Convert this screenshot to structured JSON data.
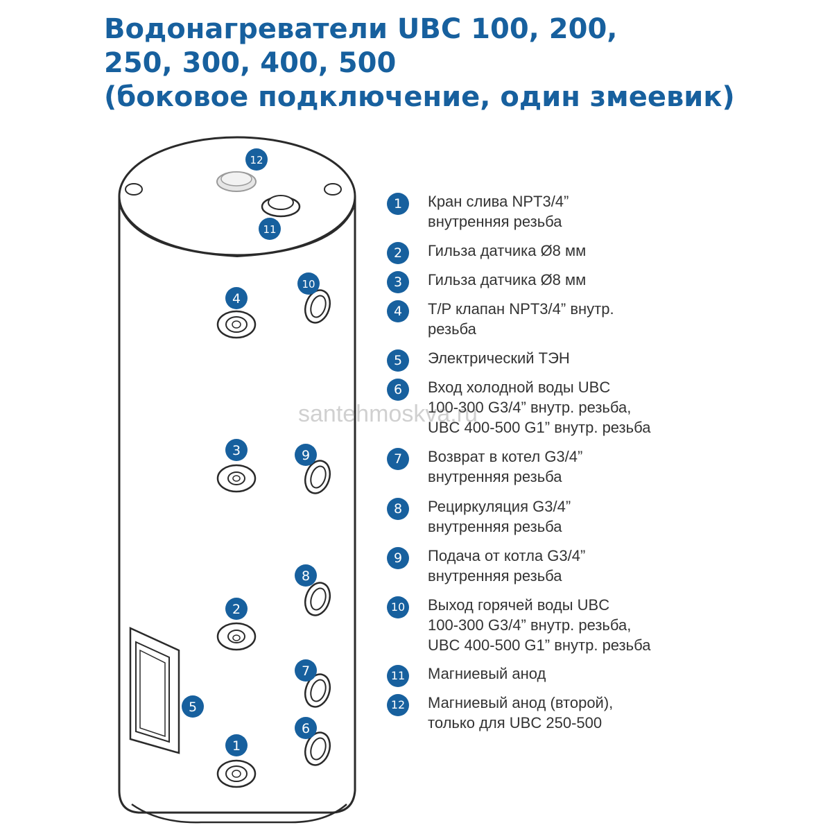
{
  "title": {
    "line1": "Водонагреватели UBC 100, 200,",
    "line2": "250, 300, 400, 500",
    "line3": "(боковое подключение, один змеевик)"
  },
  "watermark": "santehmoskva.ru",
  "colors": {
    "accent": "#17609e",
    "text": "#333333",
    "tank_outline": "#2a2a2a"
  },
  "legend": [
    {
      "num": "1",
      "text": "Кран слива NPT3/4”\nвнутренняя резьба"
    },
    {
      "num": "2",
      "text": "Гильза датчика Ø8 мм"
    },
    {
      "num": "3",
      "text": "Гильза датчика Ø8 мм"
    },
    {
      "num": "4",
      "text": "T/P клапан NPT3/4” внутр.\nрезьба"
    },
    {
      "num": "5",
      "text": "Электрический ТЭН"
    },
    {
      "num": "6",
      "text": "Вход холодной воды UBC\n100-300 G3/4” внутр. резьба,\nUBC 400-500 G1” внутр. резьба"
    },
    {
      "num": "7",
      "text": "Возврат в котел G3/4”\nвнутренняя резьба"
    },
    {
      "num": "8",
      "text": "Рециркуляция G3/4”\nвнутренняя резьба"
    },
    {
      "num": "9",
      "text": "Подача от котла G3/4”\nвнутренняя резьба"
    },
    {
      "num": "10",
      "text": "Выход горячей воды UBC\n100-300 G3/4” внутр. резьба,\nUBC 400-500 G1” внутр. резьба"
    },
    {
      "num": "11",
      "text": "Магниевый анод"
    },
    {
      "num": "12",
      "text": "Магниевый анод (второй),\nтолько для UBC 250-500"
    }
  ],
  "callouts": [
    "1",
    "2",
    "3",
    "4",
    "5",
    "6",
    "7",
    "8",
    "9",
    "10",
    "11",
    "12"
  ]
}
